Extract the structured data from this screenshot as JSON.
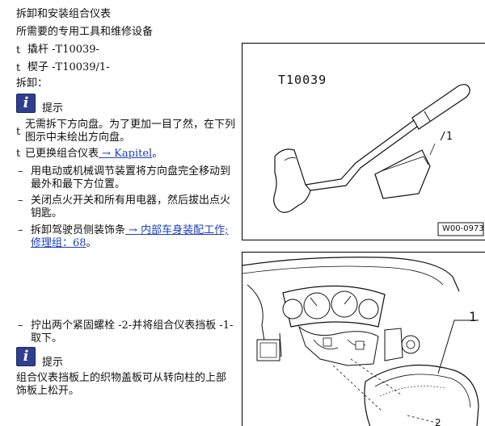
{
  "page": {
    "title": "拆卸和安装组合仪表",
    "tools_heading": "所需要的专用工具和维修设备",
    "tools": [
      {
        "bullet": "t",
        "text": "撬杆  -T10039-"
      },
      {
        "bullet": "t",
        "text": "楔子  -T10039/1-"
      }
    ],
    "removal_heading": "拆卸：",
    "note1": {
      "icon": "i",
      "label": "提示",
      "bullet": "t",
      "text": "无需拆下方向盘。为了更加一目了然，在下列图示中未绘出方向盘。"
    },
    "bullet_replaced": {
      "bullet": "t",
      "text": "已更换组合仪表",
      "link": " → Kapitel",
      "suffix": "。"
    },
    "steps": [
      {
        "dash": "–",
        "text": "用电动或机械调节装置将方向盘完全移动到最外和最下方位置。"
      },
      {
        "dash": "–",
        "text": "关闭点火开关和所有用电器，然后拔出点火钥匙。"
      },
      {
        "dash": "–",
        "text": "拆卸驾驶员侧装饰条",
        "link": " → 内部车身装配工作; 修理组：68",
        "suffix": "。"
      }
    ],
    "step4": {
      "dash": "–",
      "text": "拧出两个紧固螺栓 -2-并将组合仪表挡板 -1-取下。"
    },
    "note2": {
      "icon": "i",
      "label": "提示",
      "text": "组合仪表挡板上的织物盖板可从转向柱的上部饰板上松开。"
    }
  },
  "figure1": {
    "tool_label": "T10039",
    "wedge_label": "/1",
    "code": "W00-0973"
  },
  "figure2": {
    "callout_1": "1",
    "callout_2": "2"
  }
}
